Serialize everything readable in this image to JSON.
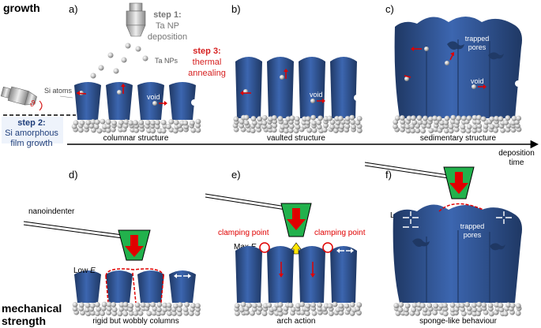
{
  "section_labels": {
    "top": "growth",
    "bottom_line1": "mechanical",
    "bottom_line2": "strength"
  },
  "panels": {
    "a": {
      "letter": "a)",
      "caption": "columnar structure"
    },
    "b": {
      "letter": "b)",
      "caption": "vaulted structure"
    },
    "c": {
      "letter": "c)",
      "caption": "sedimentary structure"
    },
    "d": {
      "letter": "d)",
      "caption": "rigid but wobbly columns"
    },
    "e": {
      "letter": "e)",
      "caption": "arch action"
    },
    "f": {
      "letter": "f)",
      "caption": "sponge-like behaviour"
    }
  },
  "steps": {
    "step1_title": "step 1:",
    "step1_line1": "Ta NP",
    "step1_line2": "deposition",
    "step2_title": "step 2:",
    "step2_line1": "Si amorphous",
    "step2_line2": "film growth",
    "step3_title": "step 3:",
    "step3_line1": "thermal",
    "step3_line2": "annealing"
  },
  "labels": {
    "ta_nps": "Ta NPs",
    "si_atoms": "Si atoms",
    "theta": "ϑ",
    "void": "void",
    "trapped_pores_line1": "trapped",
    "trapped_pores_line2": "pores",
    "deposition_time_line1": "deposition",
    "deposition_time_line2": "time",
    "nanoindenter": "nanoindenter",
    "low_e_prefix": "Low ",
    "max_e_prefix": "Max ",
    "e_symbol": "E",
    "clamping_point": "clamping point"
  },
  "colors": {
    "column": "#2f5597",
    "column_dark": "#1f3864",
    "red": "#e00000",
    "green": "#22b14c",
    "step2_blue": "#1f3e7a",
    "step3_red": "#d62020",
    "grey_text": "#777777"
  }
}
